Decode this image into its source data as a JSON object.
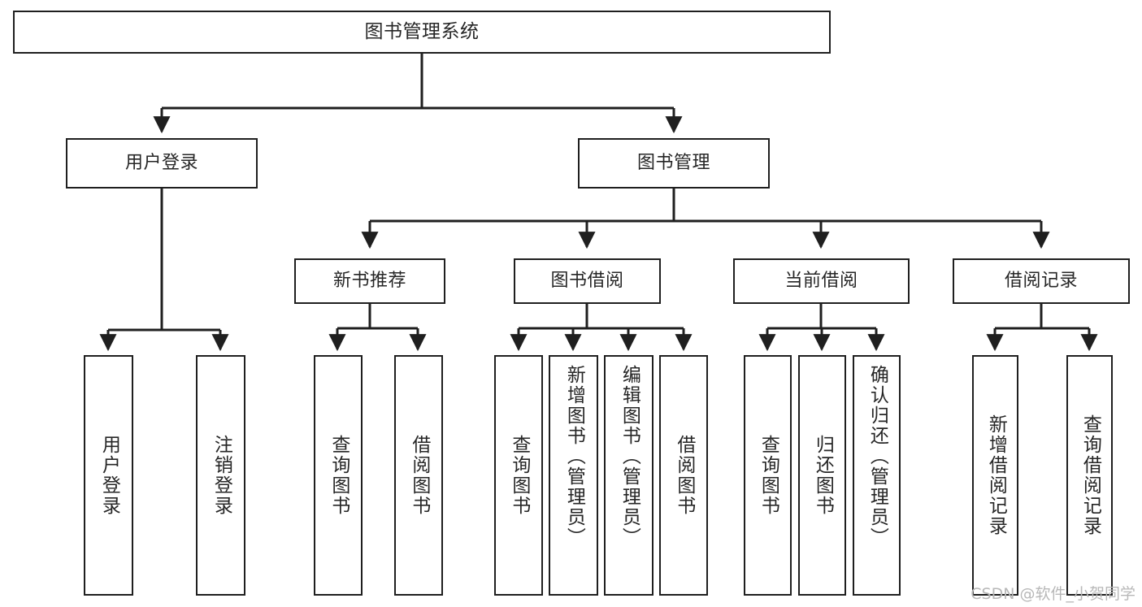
{
  "diagram": {
    "type": "tree-hierarchy",
    "title": "图书管理系统",
    "watermark": "CSDN @软件_小贺同学",
    "colors": {
      "box_border": "#1f1f1f",
      "box_fill": "#ffffff",
      "connector": "#1f1f1f",
      "text": "#262626",
      "watermark": "#b8b8b8",
      "background": "#ffffff"
    },
    "nodes": {
      "root": {
        "label": "图书管理系统"
      },
      "level2": [
        {
          "id": "user-login",
          "label": "用户登录"
        },
        {
          "id": "book-management",
          "label": "图书管理"
        }
      ],
      "level3": [
        {
          "id": "new-book-recommend",
          "label": "新书推荐"
        },
        {
          "id": "book-borrow",
          "label": "图书借阅"
        },
        {
          "id": "current-borrow",
          "label": "当前借阅"
        },
        {
          "id": "borrow-record",
          "label": "借阅记录"
        }
      ],
      "leaves": {
        "user-login": [
          {
            "id": "leaf-user-login",
            "label": "用户登录"
          },
          {
            "id": "leaf-logout-login",
            "label": "注销登录"
          }
        ],
        "new-book-recommend": [
          {
            "id": "leaf-query-book-1",
            "label": "查询图书"
          },
          {
            "id": "leaf-borrow-book-1",
            "label": "借阅图书"
          }
        ],
        "book-borrow": [
          {
            "id": "leaf-query-book-2",
            "label": "查询图书"
          },
          {
            "id": "leaf-add-book",
            "label": "新增图书（管理员）"
          },
          {
            "id": "leaf-edit-book",
            "label": "编辑图书（管理员）"
          },
          {
            "id": "leaf-borrow-book-2",
            "label": "借阅图书"
          }
        ],
        "current-borrow": [
          {
            "id": "leaf-query-book-3",
            "label": "查询图书"
          },
          {
            "id": "leaf-return-book",
            "label": "归还图书"
          },
          {
            "id": "leaf-confirm-return",
            "label": "确认归还（管理员）"
          }
        ],
        "borrow-record": [
          {
            "id": "leaf-add-record",
            "label": "新增借阅记录"
          },
          {
            "id": "leaf-query-record",
            "label": "查询借阅记录"
          }
        ]
      }
    }
  }
}
